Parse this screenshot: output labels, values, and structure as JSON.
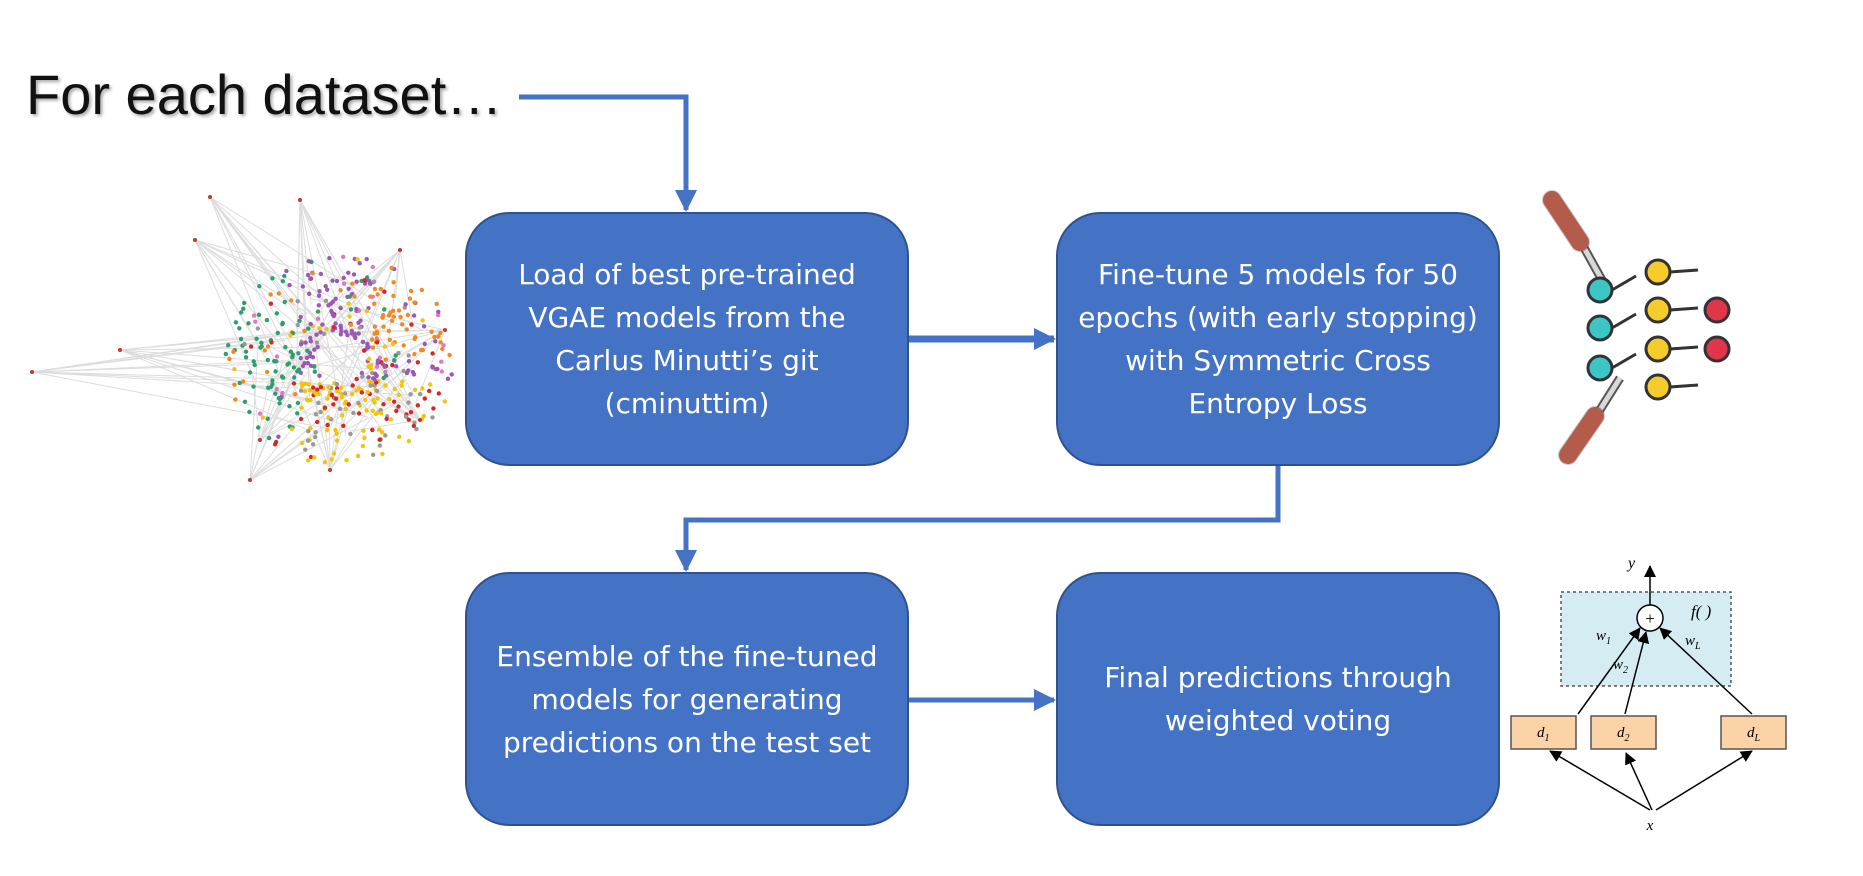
{
  "title": "For each dataset…",
  "steps": {
    "load": "Load of best pre-trained VGAE models from the Carlus Minutti’s git (cminuttim)",
    "finetune": "Fine-tune 5 models for 50 epochs (with early stopping) with Symmetric Cross Entropy Loss",
    "ensemble": "Ensemble of the fine-tuned models for generating predictions on the test set",
    "final": "Final predictions through weighted voting"
  },
  "ensemble_diagram": {
    "output": "y",
    "function": "f( )",
    "combiner": "+",
    "weights": [
      "w",
      "w",
      "w"
    ],
    "weight_subscripts": [
      "1",
      "2",
      "L"
    ],
    "learners": [
      "d",
      "d",
      "d"
    ],
    "learner_subscripts": [
      "1",
      "2",
      "L"
    ],
    "input": "x"
  },
  "colors": {
    "box_fill": "#4472c4",
    "box_border": "#2f528f",
    "arrow": "#4472c4",
    "ensemble_panel": "#d5ecf3",
    "learner_fill": "#fbd3a6"
  }
}
